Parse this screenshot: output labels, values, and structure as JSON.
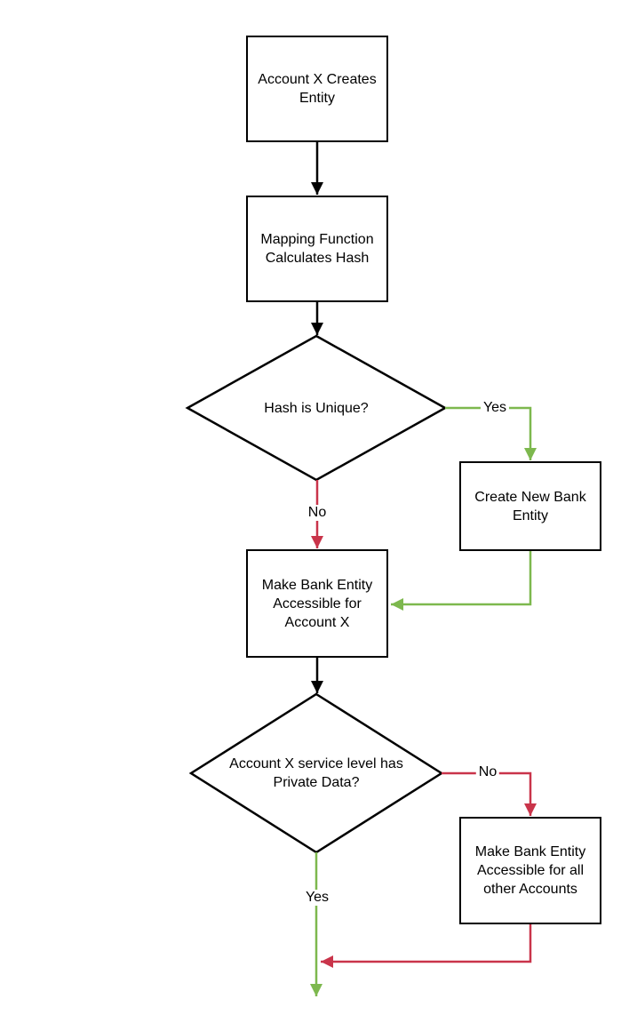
{
  "diagram_type": "flowchart",
  "colors": {
    "background": "#ffffff",
    "node_fill": "#ffffff",
    "node_border": "#000000",
    "text": "#000000",
    "edge_default": "#000000",
    "edge_yes": "#7db84e",
    "edge_no": "#c9344a"
  },
  "nodes": {
    "account_creates": {
      "type": "process",
      "label": "Account X Creates Entity"
    },
    "mapping_hash": {
      "type": "process",
      "label": "Mapping Function Calculates Hash"
    },
    "hash_unique": {
      "type": "decision",
      "label": "Hash is Unique?"
    },
    "create_new_bank": {
      "type": "process",
      "label": "Create New Bank Entity"
    },
    "accessible_account_x": {
      "type": "process",
      "label": "Make Bank Entity Accessible for Account X"
    },
    "private_data": {
      "type": "decision",
      "label": "Account X service level has Private Data?"
    },
    "accessible_all": {
      "type": "process",
      "label": "Make Bank Entity Accessible for all other Accounts"
    }
  },
  "edge_labels": {
    "hash_unique_yes": "Yes",
    "hash_unique_no": "No",
    "private_data_no": "No",
    "private_data_yes": "Yes"
  },
  "edges": [
    {
      "from": "account_creates",
      "to": "mapping_hash",
      "color": "black",
      "label": ""
    },
    {
      "from": "mapping_hash",
      "to": "hash_unique",
      "color": "black",
      "label": ""
    },
    {
      "from": "hash_unique",
      "to": "create_new_bank",
      "color": "green",
      "label": "Yes"
    },
    {
      "from": "hash_unique",
      "to": "accessible_account_x",
      "color": "red",
      "label": "No"
    },
    {
      "from": "create_new_bank",
      "to": "accessible_account_x",
      "color": "green",
      "label": ""
    },
    {
      "from": "accessible_account_x",
      "to": "private_data",
      "color": "black",
      "label": ""
    },
    {
      "from": "private_data",
      "to": "accessible_all",
      "color": "red",
      "label": "No"
    },
    {
      "from": "private_data",
      "to": "flow_exit",
      "color": "green",
      "label": "Yes"
    },
    {
      "from": "accessible_all",
      "to": "flow_exit",
      "color": "red",
      "label": ""
    }
  ]
}
